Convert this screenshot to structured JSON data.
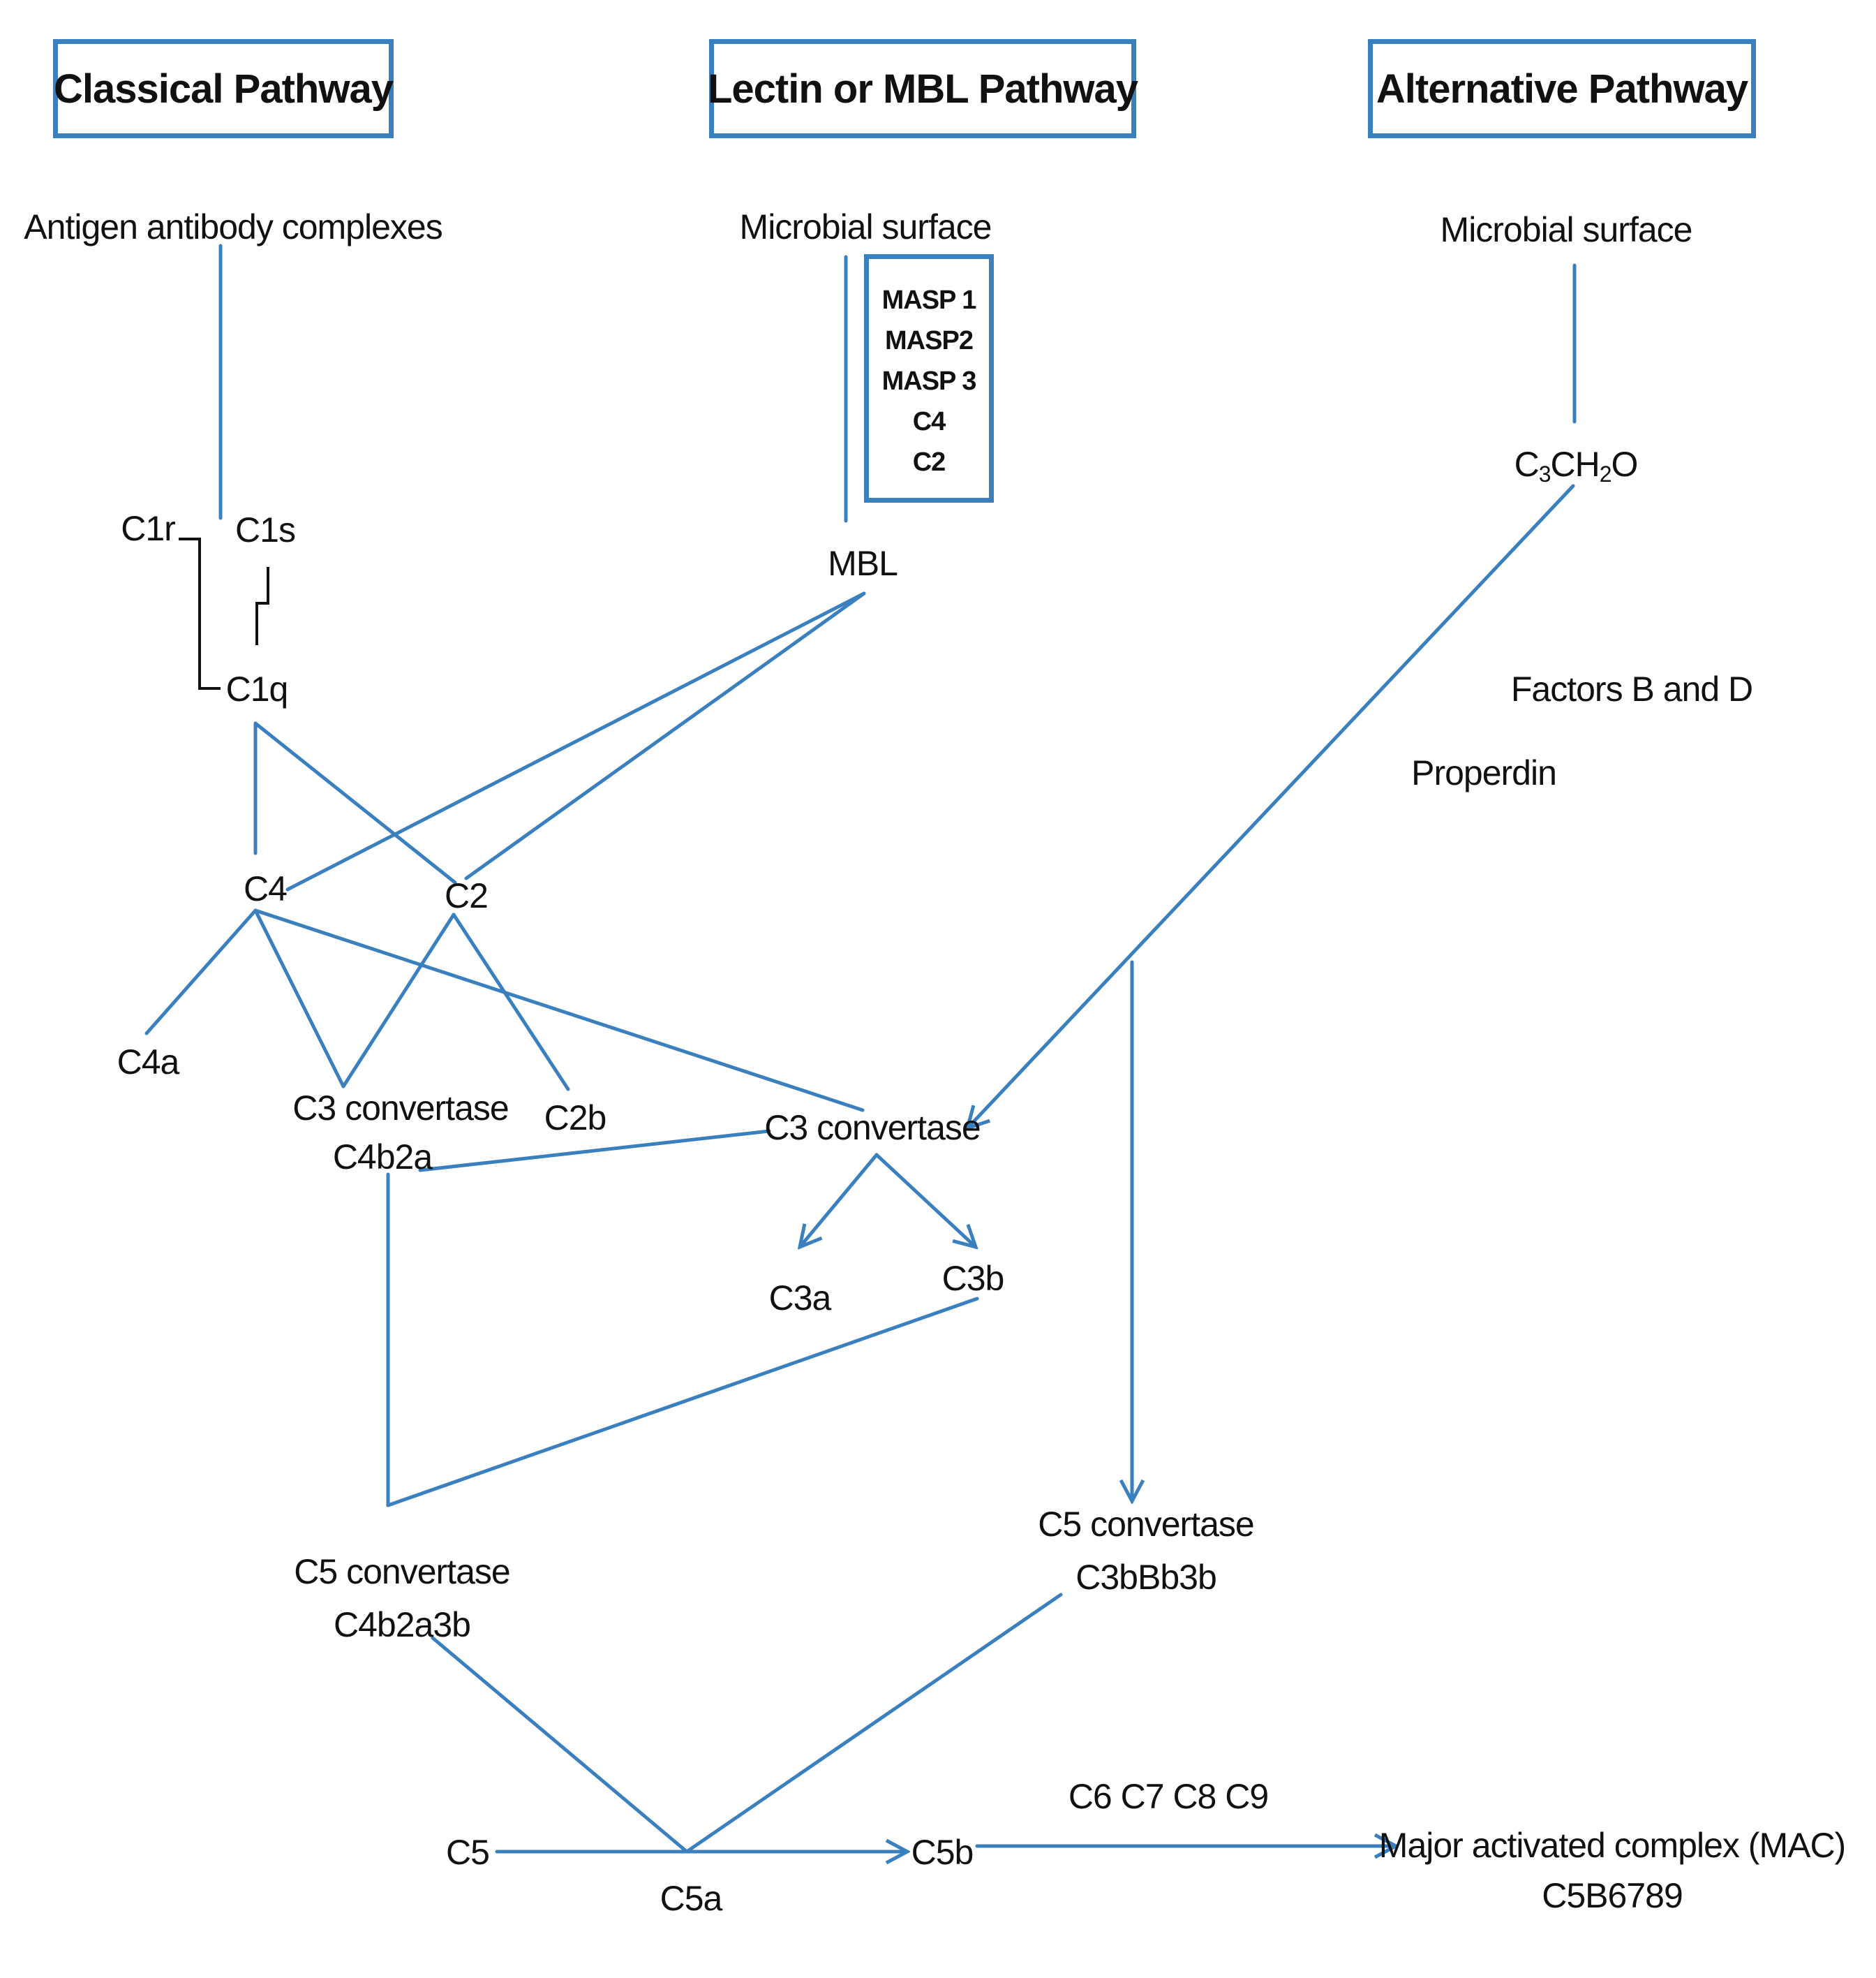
{
  "headers": {
    "classical": "Classical Pathway",
    "lectin": "Lectin or MBL Pathway",
    "alternative": "Alternative Pathway"
  },
  "classical": {
    "trigger": "Antigen antibody complexes",
    "c1r": "C1r",
    "c1s": "C1s",
    "c1q": "C1q",
    "c4": "C4",
    "c2": "C2",
    "c4a": "C4a",
    "c2b": "C2b",
    "c3_convertase": "C3 convertase",
    "c3_convertase_formula": "C4b2a",
    "c5_convertase": "C5 convertase",
    "c5_convertase_formula": "C4b2a3b"
  },
  "lectin": {
    "trigger": "Microbial surface",
    "masp_items": [
      "MASP 1",
      "MASP2",
      "MASP 3",
      "C4",
      "C2"
    ],
    "mbl": "MBL"
  },
  "alternative": {
    "trigger": "Microbial surface",
    "c3ch2o": {
      "base": "C",
      "sub1": "3",
      "mid": "CH",
      "sub2": "2",
      "end": "O"
    },
    "factors": "Factors B and D",
    "properdin": "Properdin",
    "c5_convertase": "C5 convertase",
    "c5_convertase_formula": "C3bBb3b"
  },
  "common": {
    "c3_convertase": "C3 convertase",
    "c3a": "C3a",
    "c3b": "C3b",
    "c5": "C5",
    "c5a": "C5a",
    "c5b": "C5b",
    "terminal": "C6 C7 C8 C9",
    "mac": "Major activated complex (MAC)",
    "mac_formula": "C5B6789"
  },
  "colors": {
    "line": "#3a7fbe",
    "bracket": "#111111",
    "text": "#111111"
  }
}
